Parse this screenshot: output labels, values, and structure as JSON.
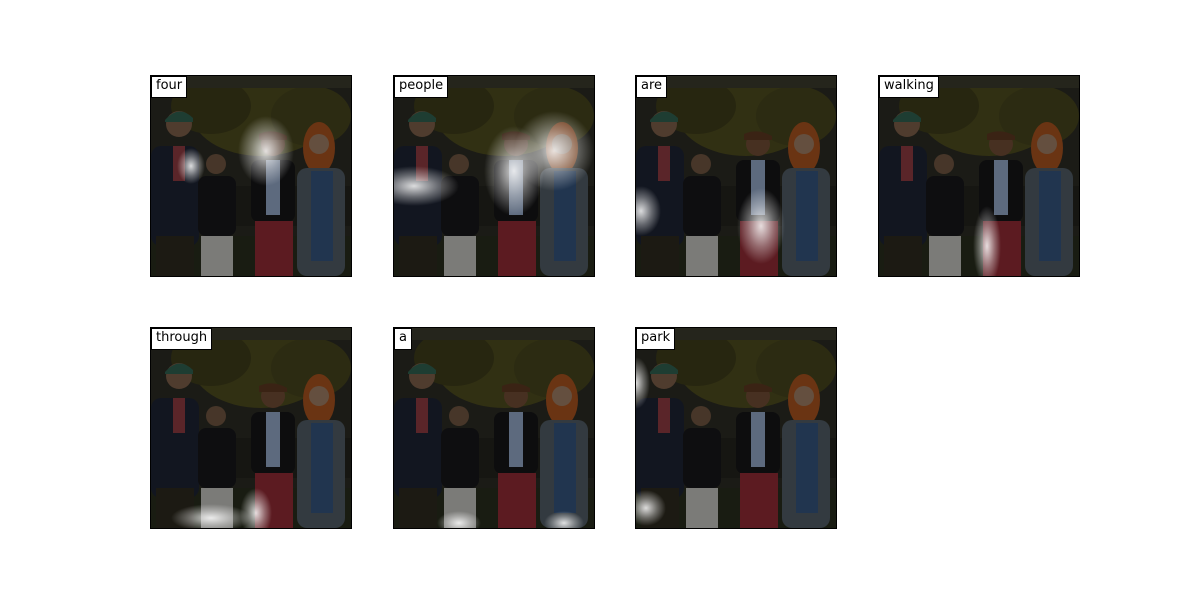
{
  "figure": {
    "panels": [
      {
        "word": "four",
        "attention": "center-right-torso"
      },
      {
        "word": "people",
        "attention": "wide-torsos"
      },
      {
        "word": "are",
        "attention": "red-pants-lower"
      },
      {
        "word": "walking",
        "attention": "legs"
      },
      {
        "word": "through",
        "attention": "ground-left"
      },
      {
        "word": "a",
        "attention": "white-pants-bottom"
      },
      {
        "word": "park",
        "attention": "left-edge-top"
      }
    ]
  }
}
